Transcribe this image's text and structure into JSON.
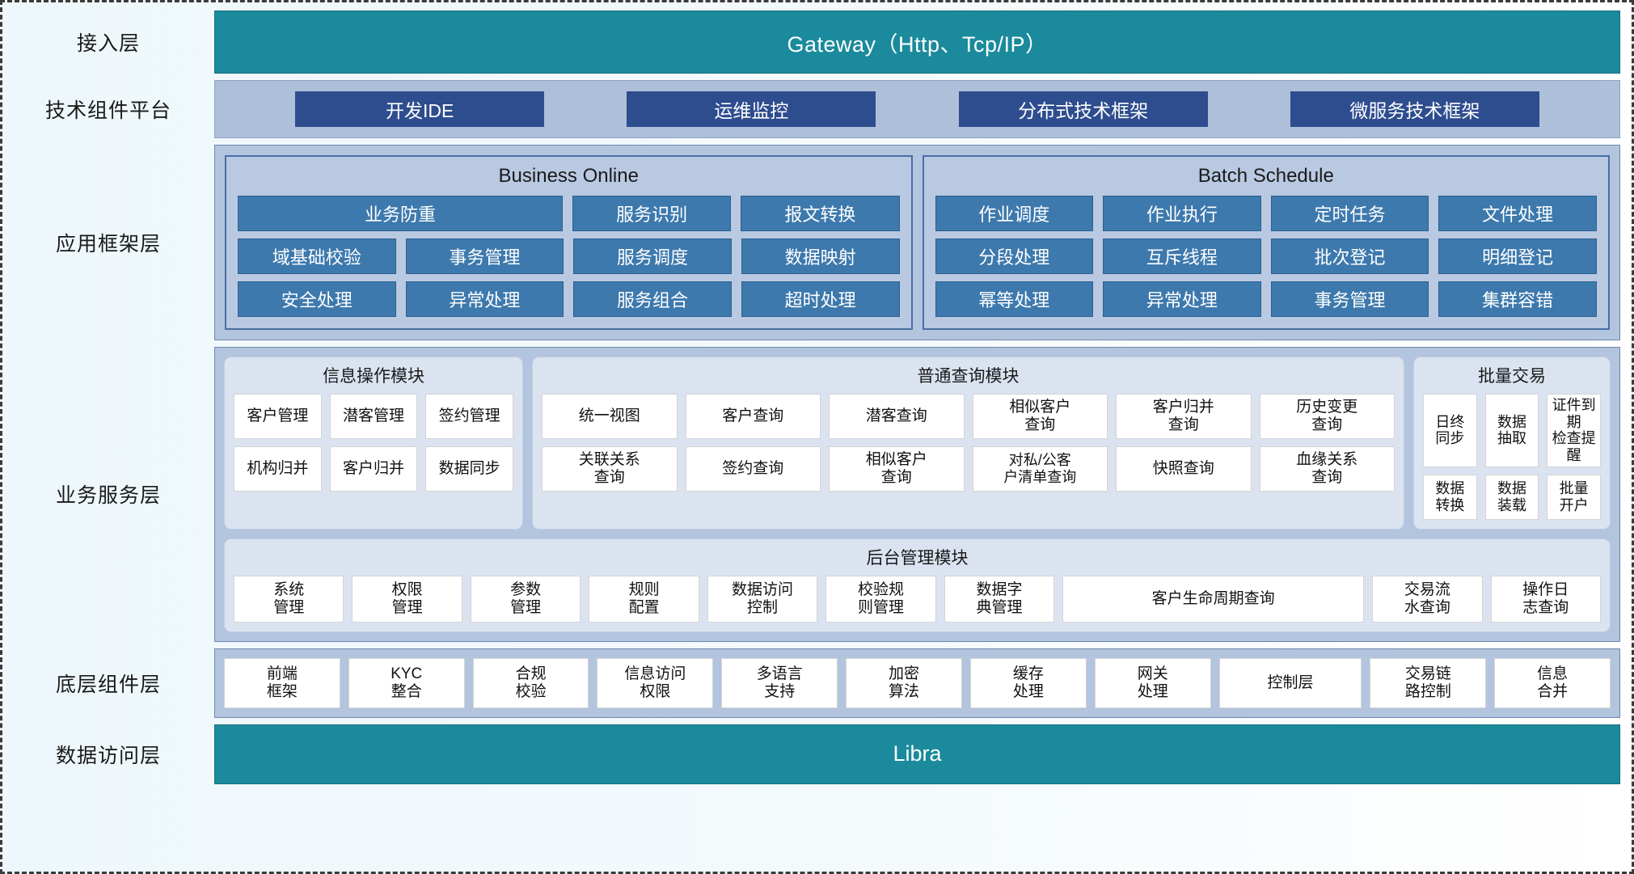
{
  "layers": {
    "access": {
      "label": "接入层",
      "gateway": "Gateway（Http、Tcp/IP）"
    },
    "tech": {
      "label": "技术组件平台",
      "chips": [
        "开发IDE",
        "运维监控",
        "分布式技术框架",
        "微服务技术框架"
      ]
    },
    "app": {
      "label": "应用框架层",
      "groups": [
        {
          "title": "Business Online",
          "rows": [
            [
              "业务防重",
              "服务识别",
              "报文转换"
            ],
            [
              "域基础校验",
              "事务管理",
              "服务调度",
              "数据映射"
            ],
            [
              "安全处理",
              "异常处理",
              "服务组合",
              "超时处理"
            ]
          ]
        },
        {
          "title": "Batch Schedule",
          "rows": [
            [
              "作业调度",
              "作业执行",
              "定时任务",
              "文件处理"
            ],
            [
              "分段处理",
              "互斥线程",
              "批次登记",
              "明细登记"
            ],
            [
              "幂等处理",
              "异常处理",
              "事务管理",
              "集群容错"
            ]
          ]
        }
      ]
    },
    "biz": {
      "label": "业务服务层",
      "groups": [
        {
          "title": "信息操作模块",
          "rows": [
            [
              "客户管理",
              "潜客管理",
              "签约管理"
            ],
            [
              "机构归并",
              "客户归并",
              "数据同步"
            ]
          ]
        },
        {
          "title": "普通查询模块",
          "rows": [
            [
              "统一视图",
              "客户查询",
              "潜客查询",
              "相似客户\n查询",
              "客户归并\n查询",
              "历史变更\n查询"
            ],
            [
              "关联关系\n查询",
              "签约查询",
              "相似客户\n查询",
              "对私/公客\n户清单查询",
              "快照查询",
              "血缘关系\n查询"
            ]
          ]
        },
        {
          "title": "批量交易",
          "rows": [
            [
              "日终\n同步",
              "数据\n抽取",
              "证件到期\n检查提醒"
            ],
            [
              "数据\n转换",
              "数据\n装载",
              "批量\n开户"
            ]
          ]
        }
      ],
      "admin": {
        "title": "后台管理模块",
        "cells": [
          "系统\n管理",
          "权限\n管理",
          "参数\n管理",
          "规则\n配置",
          "数据访问\n控制",
          "校验规\n则管理",
          "数据字\n典管理",
          "客户生命周期查询",
          "交易流\n水查询",
          "操作日\n志查询"
        ]
      }
    },
    "base": {
      "label": "底层组件层",
      "cells": [
        "前端\n框架",
        "KYC\n整合",
        "合规\n校验",
        "信息访问\n权限",
        "多语言\n支持",
        "加密\n算法",
        "缓存\n处理",
        "网关\n处理",
        "控制层",
        "交易链\n路控制",
        "信息\n合并"
      ]
    },
    "data": {
      "label": "数据访问层",
      "title": "Libra"
    }
  },
  "colors": {
    "teal": "#1a8a9c",
    "deep_blue": "#2e4d8f",
    "chip_blue": "#3d79ad",
    "band": "#aebfd9",
    "panel": "#b3c4de",
    "group": "#dbe3f1"
  }
}
